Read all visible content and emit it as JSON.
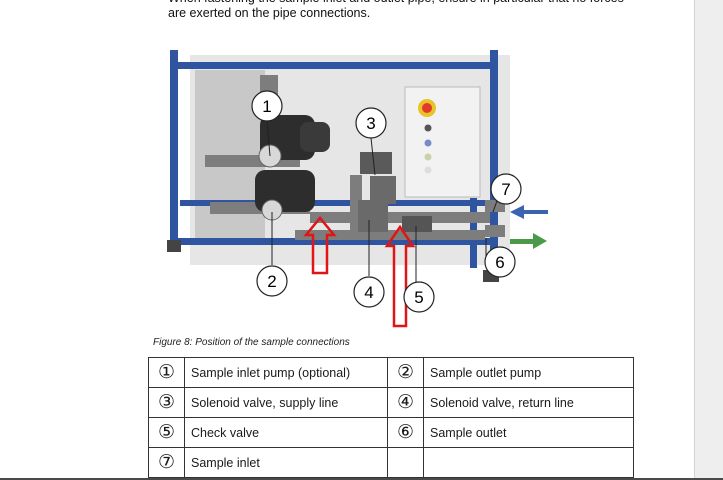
{
  "intro": {
    "text": "When fastening the sample inlet and outlet pipe, ensure in particular that no forces are exerted on the pipe connections."
  },
  "figure": {
    "callouts": [
      {
        "label": "1"
      },
      {
        "label": "2"
      },
      {
        "label": "3"
      },
      {
        "label": "4"
      },
      {
        "label": "5"
      },
      {
        "label": "6"
      },
      {
        "label": "7"
      }
    ],
    "colors": {
      "frame": "#2f55a0",
      "pipe": "#7d7d7d",
      "highlight_arrow": "#e01515",
      "inlet_arrow": "#3a63b0",
      "outlet_arrow": "#4a9a4a",
      "cabinet": "#eaeaea",
      "stop_button": "#e43a2a"
    }
  },
  "caption": "Figure 8: Position of the sample connections",
  "legend": {
    "rows": [
      {
        "left_num": "①",
        "left_label": "Sample inlet pump (optional)",
        "right_num": "②",
        "right_label": "Sample outlet pump"
      },
      {
        "left_num": "③",
        "left_label": "Solenoid valve, supply line",
        "right_num": "④",
        "right_label": "Solenoid valve, return line"
      },
      {
        "left_num": "⑤",
        "left_label": "Check valve",
        "right_num": "⑥",
        "right_label": "Sample outlet"
      },
      {
        "left_num": "⑦",
        "left_label": "Sample inlet",
        "right_num": "",
        "right_label": ""
      }
    ]
  }
}
